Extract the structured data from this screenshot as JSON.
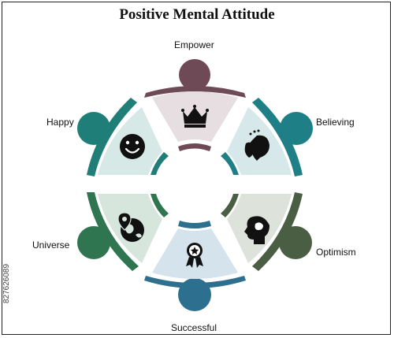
{
  "title": "Positive Mental Attitude",
  "stock_id": "827626089",
  "colors": {
    "empower": "#6e4a57",
    "believing": "#1f7f86",
    "optimism": "#4a5e44",
    "successful": "#2c6f8e",
    "universe": "#2f7650",
    "happy": "#1f7f78"
  },
  "segments": [
    {
      "key": "empower",
      "label": "Empower",
      "icon": "crown-icon"
    },
    {
      "key": "believing",
      "label": "Believing",
      "icon": "head-profile-icon"
    },
    {
      "key": "optimism",
      "label": "Optimism",
      "icon": "brain-head-icon"
    },
    {
      "key": "successful",
      "label": "Successful",
      "icon": "medal-icon"
    },
    {
      "key": "universe",
      "label": "Universe",
      "icon": "globe-pin-icon"
    },
    {
      "key": "happy",
      "label": "Happy",
      "icon": "smiley-icon"
    }
  ]
}
